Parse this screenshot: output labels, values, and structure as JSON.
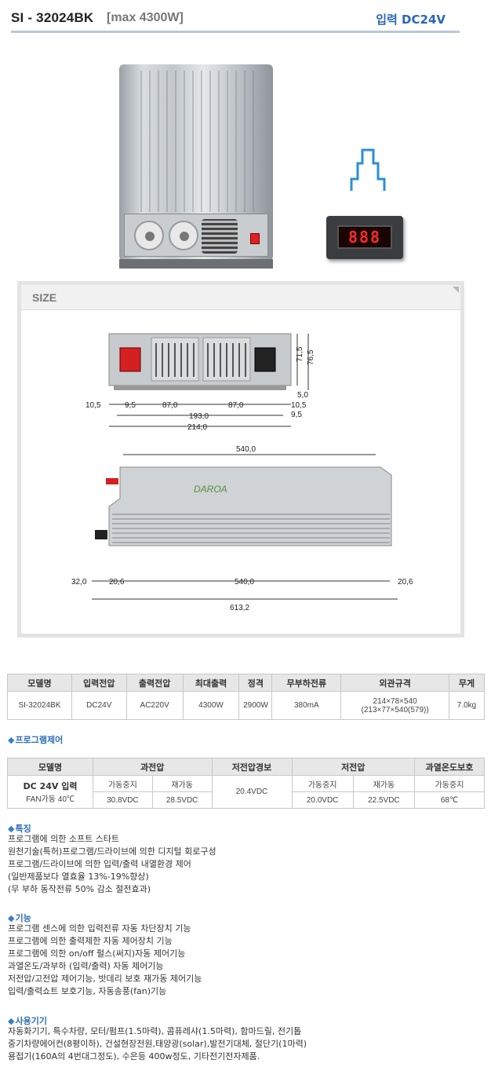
{
  "header": {
    "model": "SI - 32024BK",
    "max": "[max 4300W]",
    "input": "입력 DC24V"
  },
  "display": {
    "value": "888"
  },
  "size": {
    "label": "SIZE",
    "front": {
      "w1": "9,5",
      "w2": "87,0",
      "w3": "87,0",
      "left_edge": "10,5",
      "inner": "193,0",
      "total": "214,0",
      "right_a": "10,5",
      "right_b": "9,5",
      "h_inner": "71,5",
      "h_total": "76,5",
      "foot": "5,0"
    },
    "side": {
      "top_len": "540,0",
      "left_a": "32,0",
      "left_b": "20,6",
      "mid_len": "540,0",
      "right_a": "20,6",
      "total": "613,2"
    }
  },
  "spec": {
    "headers": [
      "모델명",
      "입력전압",
      "출력전압",
      "최대출력",
      "정격",
      "무부하전류",
      "외관규격",
      "무게"
    ],
    "row": [
      "SI-32024BK",
      "DC24V",
      "AC220V",
      "4300W",
      "2900W",
      "380mA",
      "214×78×540",
      "7.0kg"
    ],
    "dims2": "(213×77×540(579))"
  },
  "program_title": "프로그램제어",
  "program": {
    "headers": [
      "모델명",
      "과전압",
      "저전압경보",
      "저전압",
      "과열온도보호"
    ],
    "model": "DC 24V 입력",
    "fan": "FAN가동 40℃",
    "over_labels": [
      "가동중지",
      "재가동"
    ],
    "over_vals": [
      "30.8VDC",
      "28.5VDC"
    ],
    "alarm": "20.4VDC",
    "under_labels": [
      "가동중지",
      "재가동"
    ],
    "under_vals": [
      "20.0VDC",
      "22.5VDC"
    ],
    "heat_label": "가동중지",
    "heat_val": "68℃"
  },
  "features": {
    "title": "특징",
    "items": [
      "프로그램에 의한 소프트 스타트",
      "원천기술(특허)프로그램/드라이브에 의한 디지털 회로구성",
      "프로그램/드라이브에 의한 입력/출력 내열환경 제어",
      "(일반제품보다 열효율 13%-19%향상)",
      "(무 부하 동작전류 50% 감소 절전효과)"
    ]
  },
  "functions": {
    "title": "기능",
    "items": [
      "프로그램 센스에 의한 입력전류 자동 차단장치 기능",
      "프로그램에 의한 출력제한 자동 제어장치 기능",
      "프로그램에 의한 on/off 펄스(써지)자동 제어기능",
      "과열온도/과부하 (입력/출력) 자동 제어기능",
      "저전압/고전압 제어기능, 밧데리 보호 재가동 제어기능",
      "입력/출력쇼트 보호기능, 자동송풍(fan)기능"
    ]
  },
  "usage": {
    "title": "사용기기",
    "items": [
      "자동화기기, 특수차량, 모터/펌프(1.5마력), 콤퓨레샤(1.5마력), 함마드릴, 전기톱",
      "중기차량에어컨(8평이하), 건설현장전원,태양광(solar),발전기대체, 절단기(1마력)",
      "용접기(160A의 4번대그정도), 수은등 400w정도, 기타전기전자제품."
    ]
  }
}
